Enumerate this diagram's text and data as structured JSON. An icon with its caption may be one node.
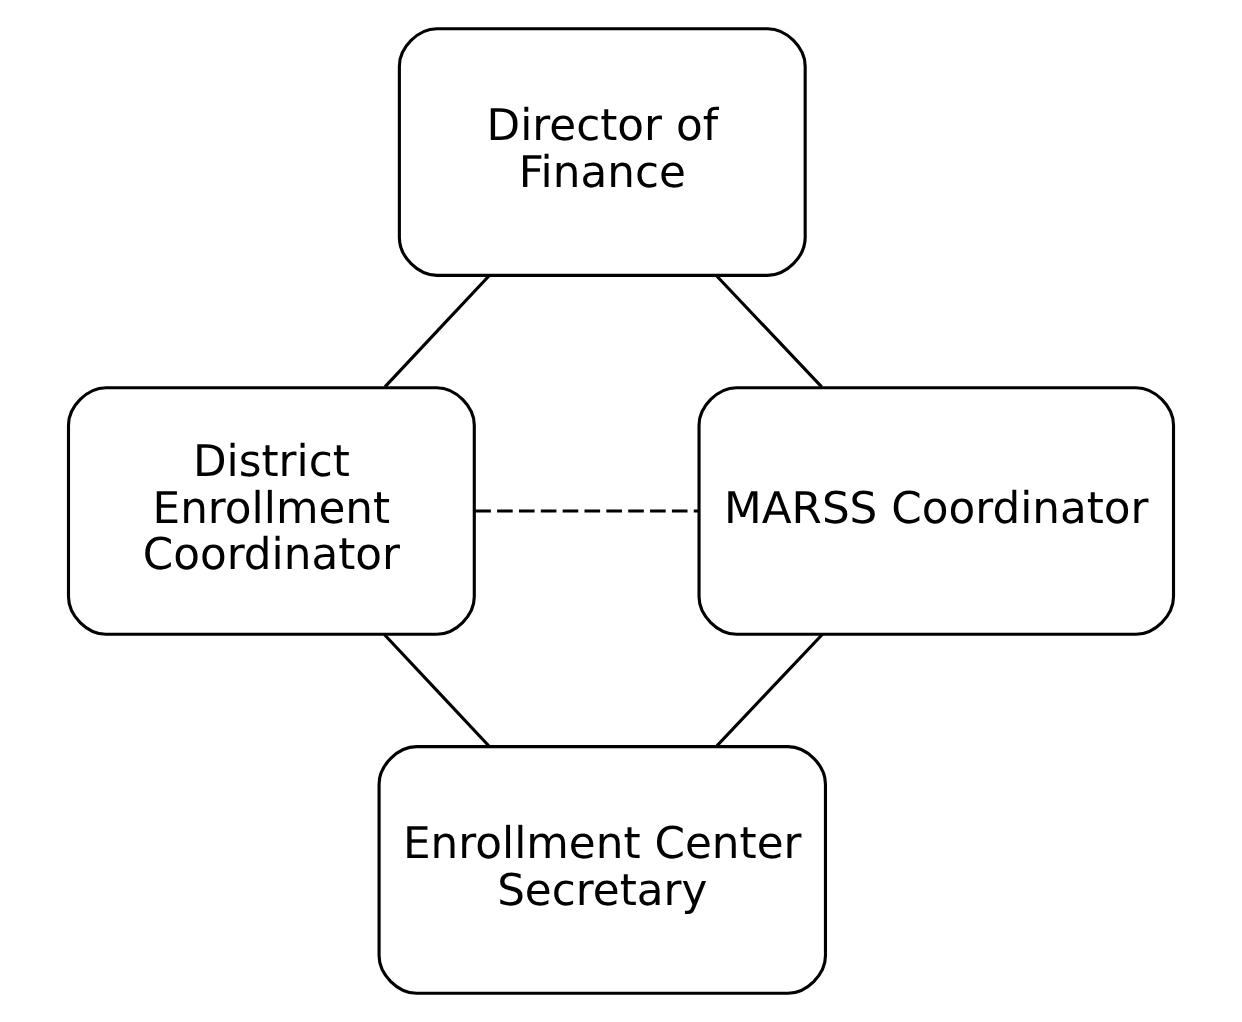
{
  "diagram": {
    "nodes": [
      {
        "text": [
          "Director of Finance"
        ]
      },
      {
        "text": [
          "District Enrollment Coordinator"
        ]
      },
      {
        "text": [
          "MARSS Coordinator"
        ]
      },
      {
        "text": [
          "Enrollment Center Secretary"
        ]
      }
    ],
    "edges": [
      {
        "from": 0,
        "to": 1,
        "arrow": "none"
      },
      {
        "from": 0,
        "to": 2,
        "arrow": "none"
      },
      {
        "from": 1,
        "to": 2,
        "arrow": "none",
        "style": "dashed"
      },
      {
        "from": 1,
        "to": 3,
        "arrow": "none"
      },
      {
        "from": 2,
        "to": 3,
        "arrow": "none"
      }
    ]
  }
}
